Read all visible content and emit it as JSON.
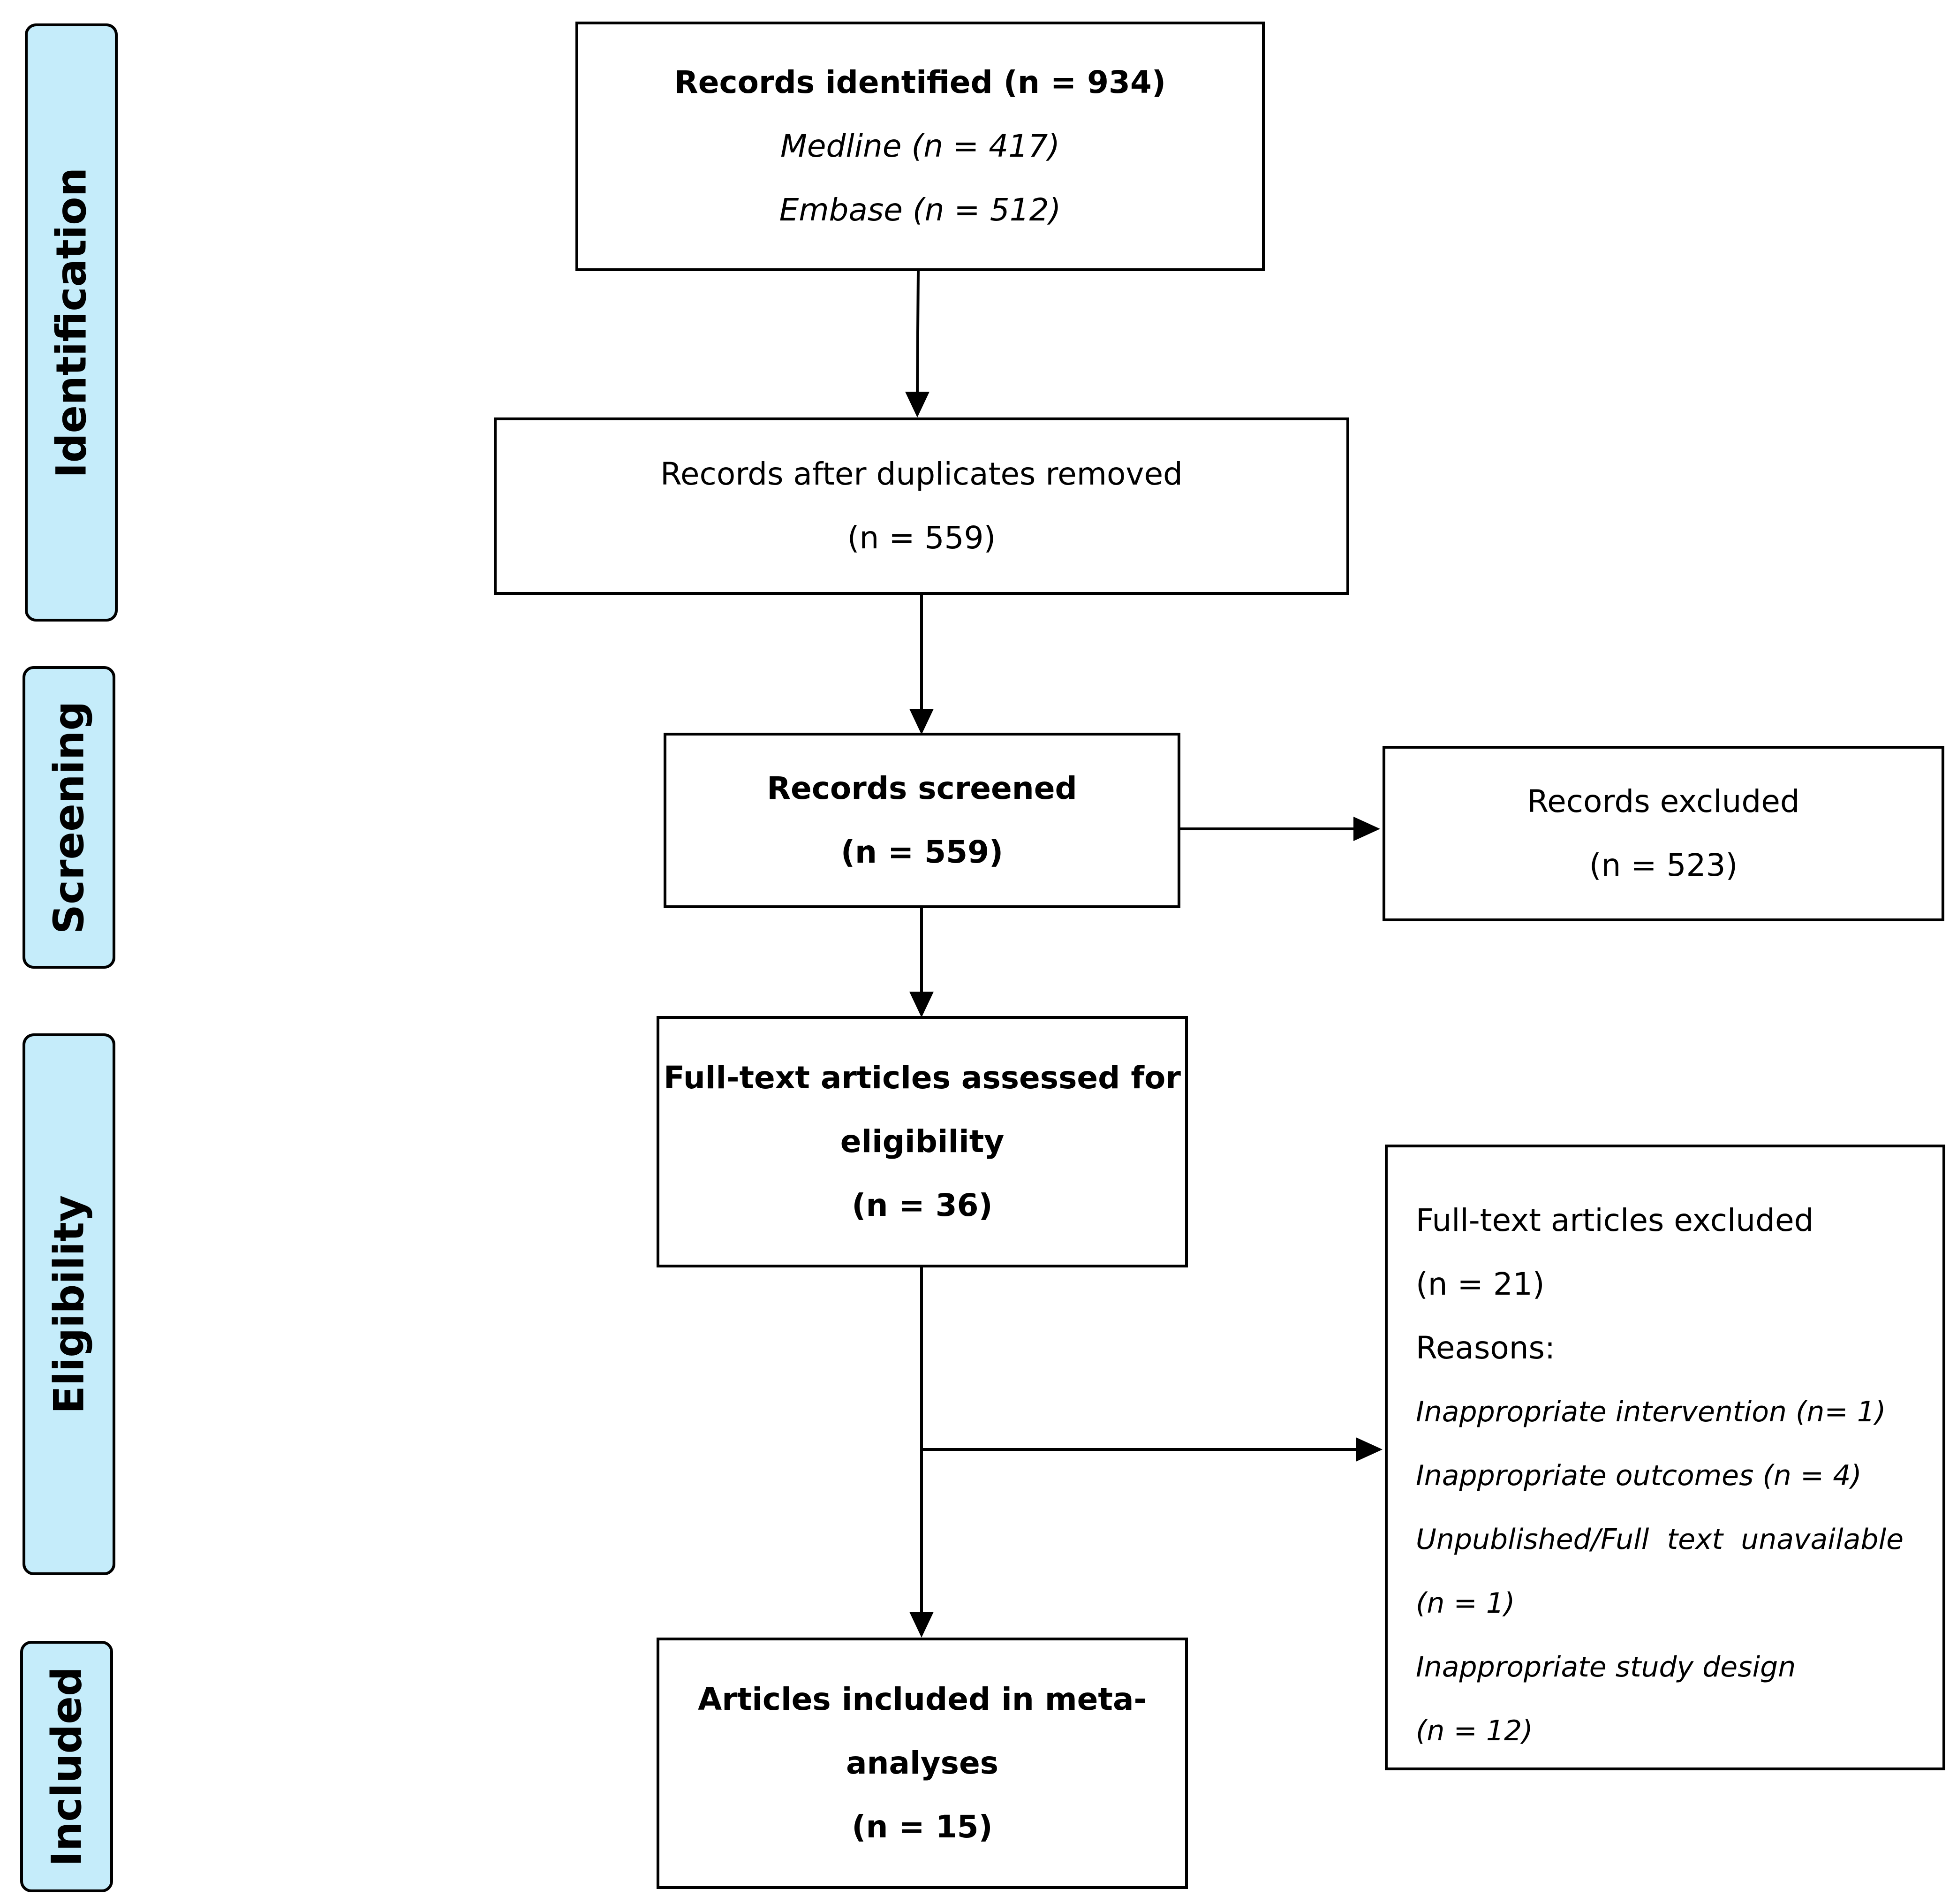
{
  "stages": {
    "identification": "Identification",
    "screening": "Screening",
    "eligibility": "Eligibility",
    "included": "Included"
  },
  "identified": {
    "title": "Records identified (n = 934)",
    "medline": "Medline (n = 417)",
    "embase": "Embase (n = 512)"
  },
  "deduplicated": {
    "line1": "Records after duplicates removed",
    "line2": "(n = 559)"
  },
  "screened": {
    "line1": "Records screened",
    "line2": "(n = 559)"
  },
  "excluded": {
    "line1": "Records excluded",
    "line2": "(n = 523)"
  },
  "fulltext": {
    "line1": "Full-text articles assessed for",
    "line2": "eligibility",
    "line3": "(n = 36)"
  },
  "fulltext_excluded": {
    "line1": "Full-text articles excluded",
    "line2": "(n = 21)",
    "line3": "Reasons:",
    "reasons": [
      "Inappropriate intervention (n= 1)",
      "Inappropriate outcomes (n = 4)",
      "Unpublished/Full  text  unavailable",
      "(n = 1)",
      "Inappropriate study design",
      "(n = 12)"
    ]
  },
  "included": {
    "line1": "Articles included in meta-",
    "line2": "analyses",
    "line3": "(n = 15)"
  }
}
